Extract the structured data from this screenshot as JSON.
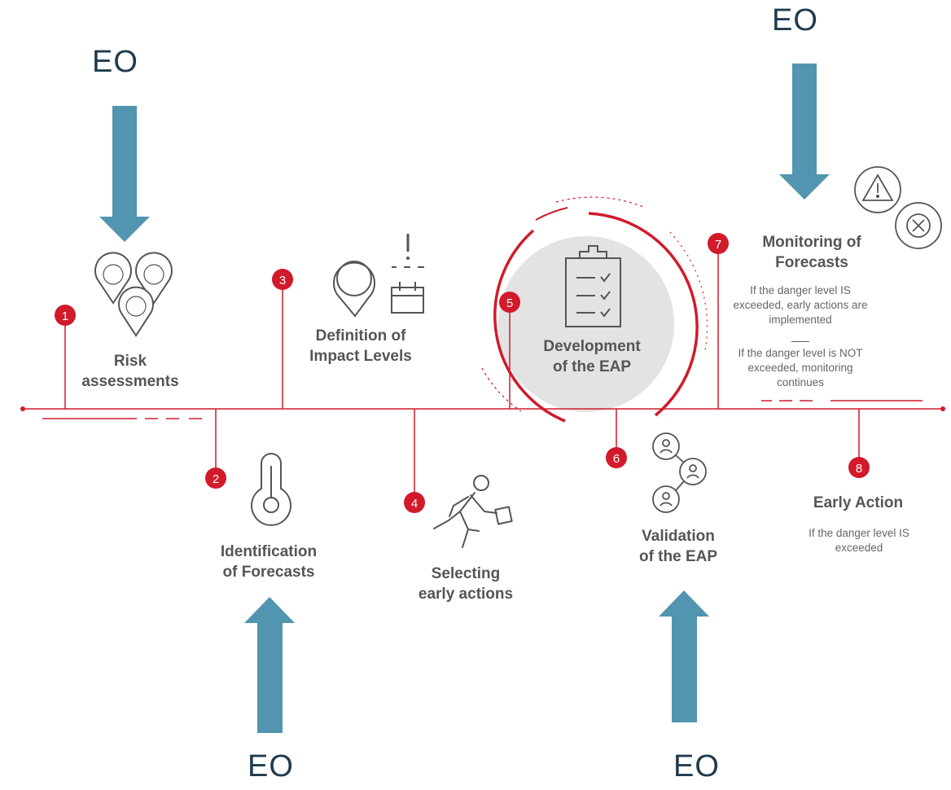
{
  "colors": {
    "timeline": "#d11a2a",
    "arrow": "#5195b0",
    "icon": "#555555",
    "circle": "#e3e3e3"
  },
  "eo_labels": [
    "EO",
    "EO",
    "EO",
    "EO"
  ],
  "steps": [
    {
      "number": "1",
      "label_lines": [
        "Risk",
        "assessments"
      ],
      "icon": "map-pins-icon"
    },
    {
      "number": "2",
      "label_lines": [
        "Identification",
        "of Forecasts"
      ],
      "icon": "thermometer-icon"
    },
    {
      "number": "3",
      "label_lines": [
        "Definition of",
        "Impact Levels"
      ],
      "icon": "pin-calendar-icon"
    },
    {
      "number": "4",
      "label_lines": [
        "Selecting",
        "early actions"
      ],
      "icon": "running-person-icon"
    },
    {
      "number": "5",
      "label_lines": [
        "Development",
        "of the EAP"
      ],
      "icon": "clipboard-checklist-icon"
    },
    {
      "number": "6",
      "label_lines": [
        "Validation",
        "of the EAP"
      ],
      "icon": "people-network-icon"
    },
    {
      "number": "7",
      "label_lines": [
        "Monitoring of",
        "Forecasts"
      ],
      "icon": "warning-cancel-icon"
    },
    {
      "number": "8",
      "label_lines": [
        "Early Action"
      ],
      "icon": ""
    }
  ],
  "monitoring_notes": {
    "exceeded": [
      "If the danger level IS",
      "exceeded, early actions are",
      "implemented"
    ],
    "not_exceeded": [
      "If the danger level is NOT",
      "exceeded, monitoring",
      "continues"
    ]
  },
  "early_action_note": [
    "If the danger level IS",
    "exceeded"
  ]
}
